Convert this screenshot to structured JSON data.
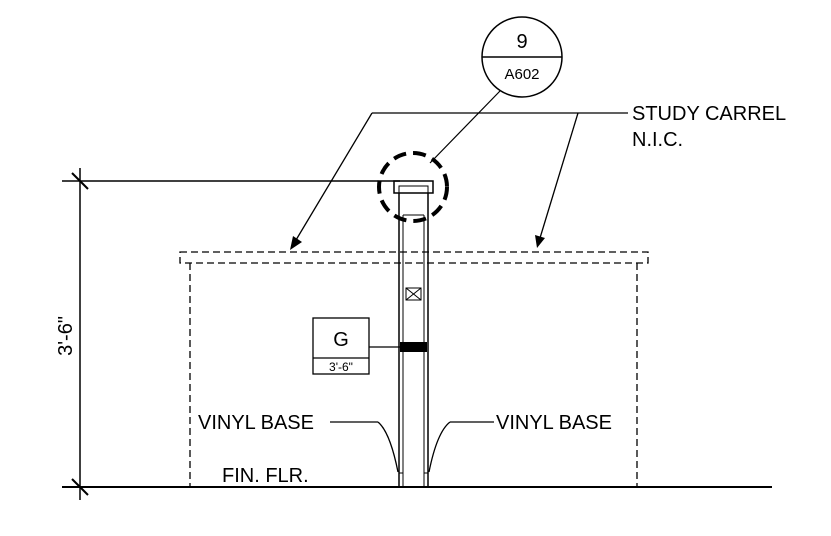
{
  "callout": {
    "number": "9",
    "sheet": "A602"
  },
  "leader_note": {
    "line1": "STUDY CARREL",
    "line2": "N.I.C."
  },
  "dimension": {
    "value": "3'-6\""
  },
  "tag": {
    "letter": "G",
    "height": "3'-6\""
  },
  "notes": {
    "vinyl_base_left": "VINYL BASE",
    "vinyl_base_right": "VINYL BASE",
    "finish_floor": "FIN. FLR."
  }
}
